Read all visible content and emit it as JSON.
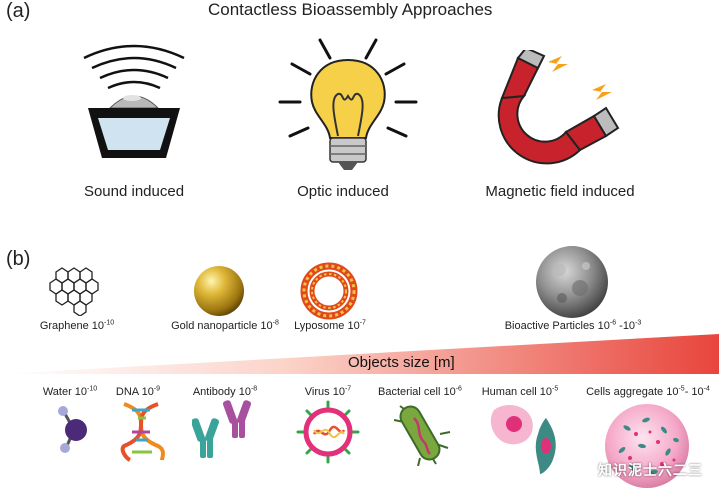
{
  "panel_a": {
    "label": "(a)",
    "title": "Contactless Bioassembly Approaches",
    "approaches": [
      {
        "label": "Sound induced",
        "icon": "speaker-sound-icon"
      },
      {
        "label": "Optic induced",
        "icon": "light-bulb-icon"
      },
      {
        "label": "Magnetic field induced",
        "icon": "horseshoe-magnet-icon"
      }
    ]
  },
  "panel_b": {
    "label": "(b)",
    "size_bar_label": "Objects size [m]",
    "top_objects": [
      {
        "name": "Graphene",
        "exp": "-10",
        "icon": "graphene-lattice-icon"
      },
      {
        "name": "Gold nanoparticle",
        "exp": "-8",
        "icon": "gold-sphere-icon"
      },
      {
        "name": "Lyposome",
        "exp": "-7",
        "icon": "liposome-icon"
      },
      {
        "name": "Bioactive Particles",
        "exp": "-6",
        "exp2": "-3",
        "icon": "bioactive-particle-icon"
      }
    ],
    "bottom_objects": [
      {
        "name": "Water",
        "exp": "-10",
        "icon": "water-molecule-icon"
      },
      {
        "name": "DNA",
        "exp": "-9",
        "icon": "dna-helix-icon"
      },
      {
        "name": "Antibody",
        "exp": "-8",
        "icon": "antibody-icon"
      },
      {
        "name": "Virus",
        "exp": "-7",
        "icon": "virus-icon"
      },
      {
        "name": "Bacterial cell",
        "exp": "-6",
        "icon": "bacterial-cell-icon"
      },
      {
        "name": "Human cell",
        "exp": "-5",
        "icon": "human-cell-icon"
      },
      {
        "name": "Cells aggregate",
        "exp": "-5",
        "exp2": "-4",
        "icon": "cell-aggregate-icon"
      }
    ]
  },
  "watermark": "知识泥士六二三",
  "colors": {
    "gradient_start": "#ffffff",
    "gradient_end": "#e8453c",
    "magnet_red": "#c8232c",
    "gold": "#c9a227",
    "bulb_yellow": "#f7d04a"
  }
}
